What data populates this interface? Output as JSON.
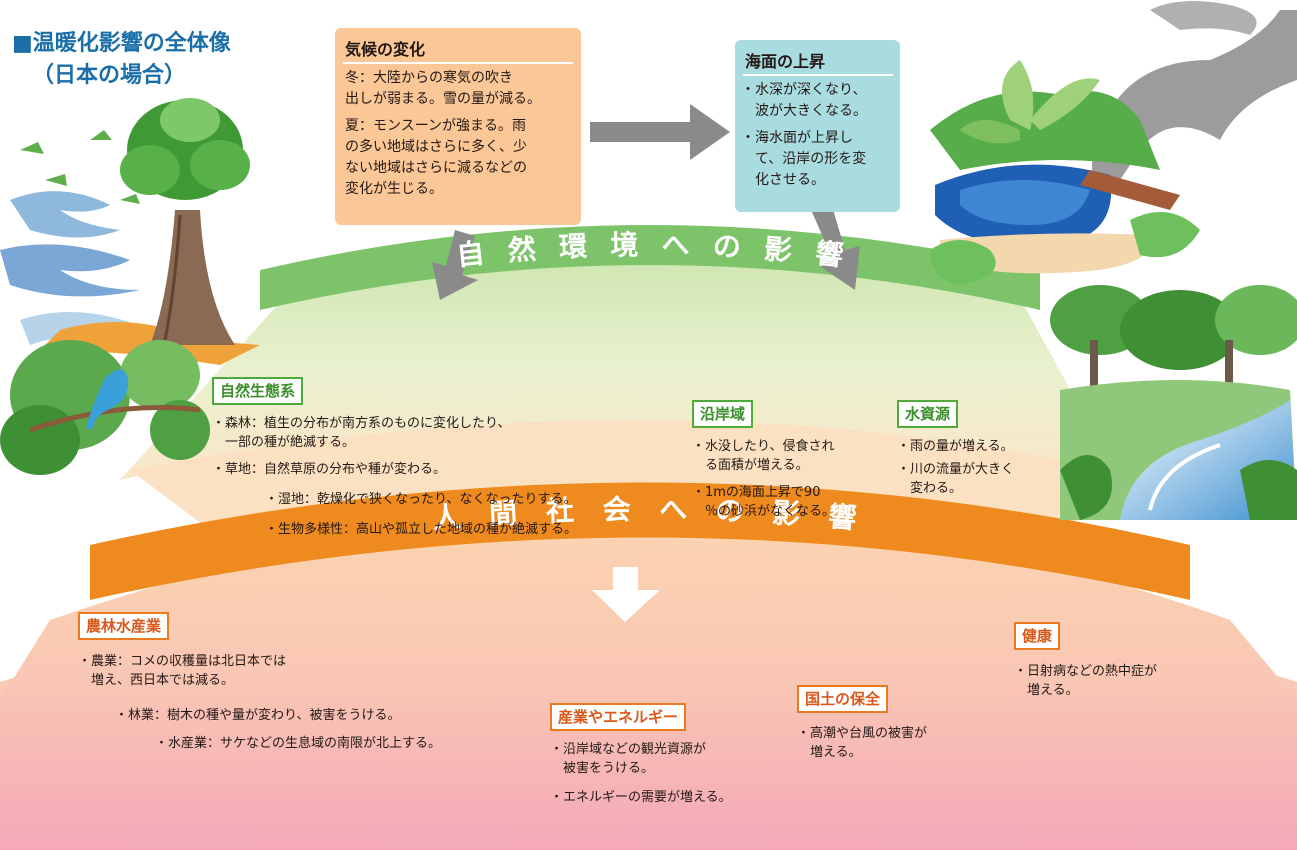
{
  "title": {
    "line1": "■温暖化影響の全体像",
    "line2": "（日本の場合）"
  },
  "climate_box": {
    "heading": "気候の変化",
    "lines": [
      "冬：大陸からの寒気の吹き",
      "出しが弱まる。雪の量が減る。",
      "夏：モンスーンが強まる。雨",
      "の多い地域はさらに多く、少",
      "ない地域はさらに減るなどの",
      "変化が生じる。"
    ]
  },
  "sea_box": {
    "heading": "海面の上昇",
    "lines": [
      "・水深が深くなり、",
      "　波が大きくなる。",
      "・海水面が上昇し",
      "　て、沿岸の形を変",
      "　化させる。"
    ]
  },
  "nature_band": {
    "label": "自然環境への影響",
    "chars": [
      "自",
      "然",
      "環",
      "境",
      "へ",
      "の",
      "影",
      "響"
    ]
  },
  "society_band": {
    "label": "人間社会への影響",
    "chars": [
      "人",
      "間",
      "社",
      "会",
      "へ",
      "の",
      "影",
      "響"
    ]
  },
  "sections": {
    "ecosystem": {
      "heading": "自然生態系",
      "lines": [
        "・森林：植生の分布が南方系のものに変化したり、",
        "　一部の種が絶滅する。",
        "・草地：自然草原の分布や種が変わる。",
        "・湿地：乾燥化で狭くなったり、なくなったりする。",
        "・生物多様性：高山や孤立した地域の種が絶滅する。"
      ]
    },
    "coast": {
      "heading": "沿岸域",
      "lines": [
        "・水没したり、侵食され",
        "　る面積が増える。",
        "・1mの海面上昇で90",
        "　％の砂浜がなくなる。"
      ]
    },
    "water": {
      "heading": "水資源",
      "lines": [
        "・雨の量が増える。",
        "・川の流量が大きく",
        "　変わる。"
      ]
    },
    "agriculture": {
      "heading": "農林水産業",
      "lines": [
        "・農業：コメの収穫量は北日本では",
        "　増え、西日本では減る。",
        "・林業：樹木の種や量が変わり、被害をうける。",
        "・水産業：サケなどの生息域の南限が北上する。"
      ]
    },
    "industry": {
      "heading": "産業やエネルギー",
      "lines": [
        "・沿岸域などの観光資源が",
        "　被害をうける。",
        "・エネルギーの需要が増える。"
      ]
    },
    "land": {
      "heading": "国土の保全",
      "lines": [
        "・高潮や台風の被害が",
        "　増える。"
      ]
    },
    "health": {
      "heading": "健康",
      "lines": [
        "・日射病などの熱中症が",
        "　増える。"
      ]
    }
  },
  "colors": {
    "green_band": "#7cc36a",
    "orange_band": "#ef8a1f",
    "gray_arrow": "#8a8a8a",
    "climate_box": "#fbc796",
    "sea_box": "#a9dce0",
    "title": "#1b6fa8"
  },
  "illustrations": [
    "tree-with-wind-illustration",
    "bird-in-branch-illustration",
    "island-with-palm-and-smoke-illustration",
    "forest-river-illustration"
  ]
}
